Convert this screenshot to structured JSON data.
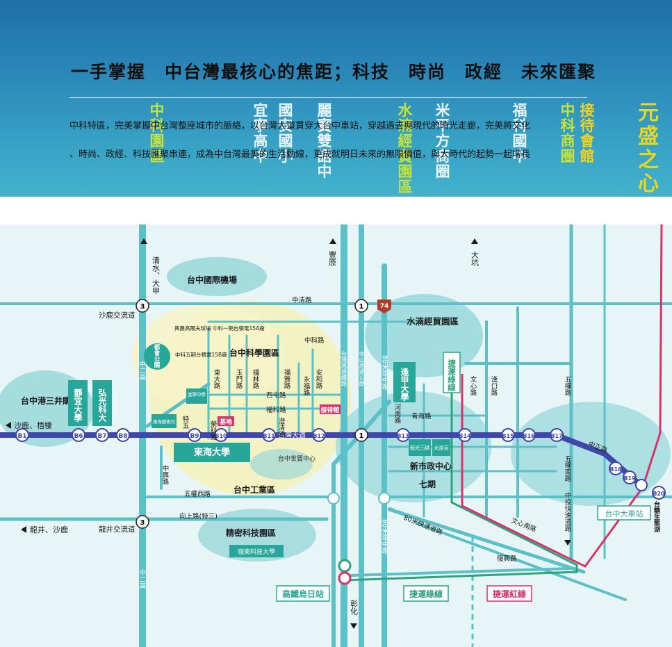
{
  "header": {
    "headline": "一手掌握　中台灣最核心的焦距；科技　時尚　政經　未來匯聚",
    "intro_line1": "中科特區，完美掌握中台灣整座城市的脈絡，以台灣大道貫穿大台中車站，穿越過去與現代的時光走廊，完美將文化",
    "intro_line2": "、時尚、政經、科技匯聚串連，成為中台灣最美的生活動線，更成就明日未來的無限價值，與大時代的起勢一起增長",
    "columns": [
      "中科園區",
      "宜寧高中",
      "國安國小",
      "麗寶雙語中",
      "水湳經貿園區",
      "米平方商圈",
      "福科國中",
      "中科商圈",
      "接待會館"
    ],
    "brand": "元盛之心"
  },
  "colors": {
    "green": "#c8e23a",
    "yellow": "#f3d21c",
    "road": "#5bc1c6",
    "mrt_blue": "#3f47a8",
    "mrt_red": "#d6336c",
    "mrt_green": "#2ea37e"
  },
  "map": {
    "directions": {
      "north1": "清水、大甲",
      "north2": "豐原",
      "north3": "大坑",
      "west1": "沙鹿、梧棲",
      "west2": "龍井、沙鹿",
      "south": "彰化"
    },
    "interchanges": {
      "shalu": "沙鹿交流道",
      "longjing": "龍井交流道"
    },
    "highway_nums": {
      "h3": "3",
      "h1": "1",
      "h74": "74"
    },
    "roads": {
      "zhongqing": "中清路",
      "zhongke": "中科路",
      "taiwan_blvd": "台灣大道",
      "xitun": "西屯路",
      "fuke": "福科路",
      "qinghai": "青海路",
      "wuquan_w": "五權西路",
      "xiangshang": "向上路(特三)",
      "zhonger_top": "中二高",
      "zhonger_bot": "中二高",
      "zhongxing": "中興路",
      "huanzhong_top": "80米環中路",
      "huanzhong_bot": "80米環中路",
      "kuaisu": "80米快速道路",
      "wenxin_s": "文心南路",
      "fuxing": "復興路",
      "zhongzheng": "中正路",
      "wuquan": "五權路",
      "wuquan_s": "五權南路",
      "zhongtou": "中投快速道路",
      "wenxin": "文心路",
      "hankou": "漢口路",
      "henan": "河南路",
      "guomi": "台灣高速鐵路",
      "zhongshan": "中山高速公路",
      "dongda": "東大路",
      "yumen": "玉門路",
      "fulin": "福林路",
      "fuya": "福雅路",
      "yongfu": "永福路",
      "anhe": "安和路",
      "tewu": "特五",
      "chengqing": "澄清路",
      "rongke": "榮科路"
    },
    "places": {
      "airport": "台中國際機場",
      "science_park": "台中科學園區",
      "shuinan": "水湳經貿園區",
      "fengjia": "逢甲大學",
      "tunghai": "東海大學",
      "wtc": "台中世貿中心",
      "industrial": "台中工業區",
      "precision": "精密科技園區",
      "lingdong": "嶺東科技大學",
      "new_civic": "新市政中心",
      "seventh": "七期",
      "harbor_mall": "台中港三井購物",
      "jingyi": "靜宜大學",
      "hongguang": "弘光科大",
      "dadu_park": "都會公園",
      "xingnong": "興農高爾夫球場",
      "tsmc15a": "中科一期台積電15A廠",
      "tsmc15b": "中科五期台積電15B廠",
      "yining": "宜寧中學",
      "arts_village": "東海藝術村",
      "base": "基地",
      "reception": "接待館",
      "shinkong": "新光三越",
      "tayih": "大遠百",
      "wetland": "台糖生態湖",
      "taichung_station": "台中大車站"
    },
    "stations": [
      "B1",
      "B6",
      "B7",
      "B8",
      "B9",
      "B10",
      "B11",
      "B12",
      "B13",
      "B14",
      "B15",
      "B16",
      "B17",
      "B18",
      "B19",
      "B20"
    ],
    "lines": {
      "green_label": "捷運綠線",
      "green_box": "捷運綠線",
      "red_box": "捷運紅線",
      "hsr_box": "高鐵烏日站"
    }
  }
}
